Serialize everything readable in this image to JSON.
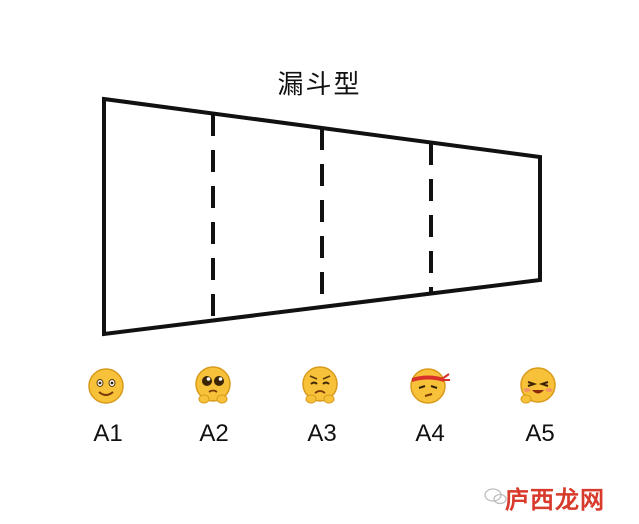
{
  "title": "漏斗型",
  "stages": [
    {
      "label": "A1",
      "emoji": "smile-emoji-icon"
    },
    {
      "label": "A2",
      "emoji": "pleading-emoji-icon"
    },
    {
      "label": "A3",
      "emoji": "worried-emoji-icon"
    },
    {
      "label": "A4",
      "emoji": "headband-emoji-icon"
    },
    {
      "label": "A5",
      "emoji": "laughing-emoji-icon"
    }
  ],
  "watermark": "庐西龙网",
  "colors": {
    "line": "#111111",
    "emoji_face": "#f7c23a",
    "watermark": "#d83a2c"
  }
}
